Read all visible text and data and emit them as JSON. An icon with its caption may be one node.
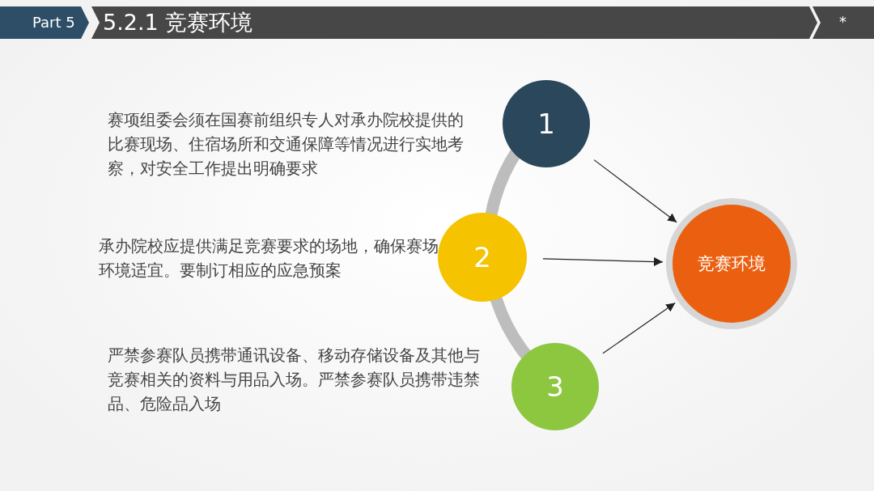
{
  "diagram": {
    "title": "5.2.1 竞赛环境",
    "nodes": [
      {
        "text": [
          "1"
        ],
        "beside": [
          "赛项组委会须在国赛前组织专人对承办院校提供的比赛现场、住宿场所和交通保障等情况进行实地考察，对安全工作提出明确要求"
        ]
      },
      {
        "text": [
          "2"
        ],
        "beside": [
          "承办院校应提供满足竞赛要求的场地，确保赛场环境适宜。要制订相应的应急预案"
        ]
      },
      {
        "text": [
          "3"
        ],
        "beside": [
          "严禁参赛队员携带通讯设备、移动存储设备及其他与竞赛相关的资料与用品入场。严禁参赛队员携带违禁品、危险品入场"
        ]
      },
      {
        "text": [
          "竞赛环境"
        ]
      }
    ],
    "edges": [
      {
        "from": 0,
        "to": 3,
        "arrow": "to"
      },
      {
        "from": 1,
        "to": 3,
        "arrow": "to"
      },
      {
        "from": 2,
        "to": 3,
        "arrow": "to"
      }
    ],
    "labels": [
      "Part 5",
      "*"
    ]
  }
}
